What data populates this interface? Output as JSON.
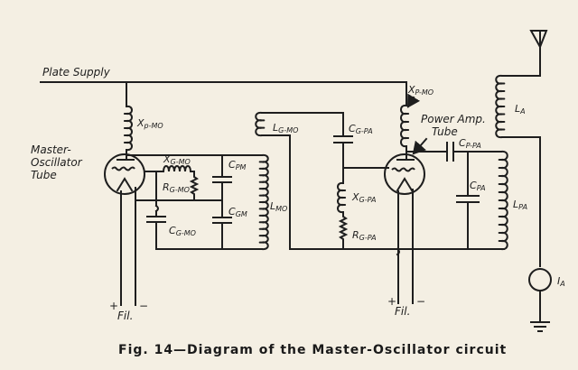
{
  "figure": {
    "caption": "Fig. 14—Diagram of the Master-Oscillator circuit",
    "title": "Master-Oscillator circuit",
    "figure_number": "14"
  },
  "labels": {
    "plate_supply": "Plate Supply",
    "mo_tube_line1": "Master-",
    "mo_tube_line2": "Oscillator",
    "mo_tube_line3": "Tube",
    "pa_tube_line1": "Power Amp.",
    "pa_tube_line2": "Tube",
    "fil_mo": "Fil.",
    "fil_pa": "Fil.",
    "plus": "+",
    "minus": "−"
  },
  "components": [
    {
      "id": "xp_mo_1",
      "type": "inductor",
      "main": "X",
      "sub": "p-MO"
    },
    {
      "id": "xg_mo",
      "type": "inductor",
      "main": "X",
      "sub": "G-MO"
    },
    {
      "id": "rg_mo",
      "type": "resistor",
      "main": "R",
      "sub": "G-MO"
    },
    {
      "id": "cpm",
      "type": "capacitor",
      "main": "C",
      "sub": "PM"
    },
    {
      "id": "cgm",
      "type": "capacitor",
      "main": "C",
      "sub": "GM"
    },
    {
      "id": "cg_mo",
      "type": "capacitor",
      "main": "C",
      "sub": "G-MO"
    },
    {
      "id": "l_mo",
      "type": "inductor",
      "main": "L",
      "sub": "MO"
    },
    {
      "id": "lg_mo",
      "type": "inductor",
      "main": "L",
      "sub": "G-MO"
    },
    {
      "id": "cg_pa",
      "type": "capacitor",
      "main": "C",
      "sub": "G-PA"
    },
    {
      "id": "xg_pa",
      "type": "inductor",
      "main": "X",
      "sub": "G-PA"
    },
    {
      "id": "rg_pa",
      "type": "resistor",
      "main": "R",
      "sub": "G-PA"
    },
    {
      "id": "xp_mo_2",
      "type": "inductor",
      "main": "X",
      "sub": "P-MO"
    },
    {
      "id": "cp_pa",
      "type": "capacitor",
      "main": "C",
      "sub": "P-PA"
    },
    {
      "id": "c_pa",
      "type": "capacitor",
      "main": "C",
      "sub": "PA"
    },
    {
      "id": "l_pa",
      "type": "inductor",
      "main": "L",
      "sub": "PA"
    },
    {
      "id": "l_a",
      "type": "inductor",
      "main": "L",
      "sub": "A"
    },
    {
      "id": "i_a",
      "type": "ammeter",
      "main": "I",
      "sub": "A"
    },
    {
      "id": "antenna",
      "type": "antenna"
    },
    {
      "id": "ground",
      "type": "ground"
    }
  ],
  "colors": {
    "paper": "#f4efe3",
    "ink": "#1e1e1e"
  }
}
